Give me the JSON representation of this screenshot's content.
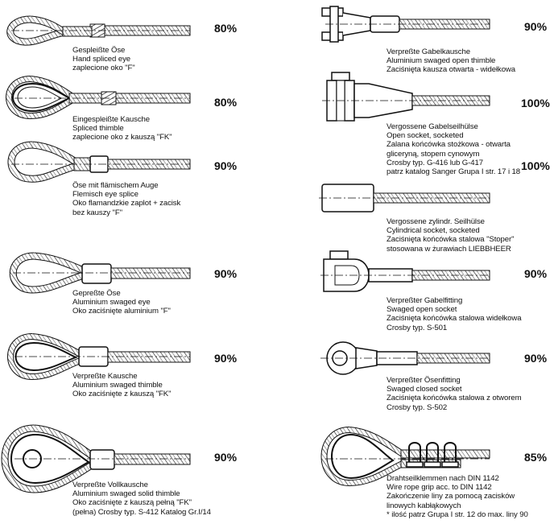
{
  "items": [
    {
      "lines": [
        "Gespleißte Öse",
        "Hand spliced eye",
        "zaplecione oko \"F\""
      ],
      "efficiency": "80%"
    },
    {
      "lines": [
        "Eingespleißte Kausche",
        "Spliced thimble",
        "zaplecione oko z kauszą \"FK\""
      ],
      "efficiency": "80%"
    },
    {
      "lines": [
        "Öse mit flämischem Auge",
        "Flemisch eye splice",
        "Oko flamandzkie zaplot + zacisk",
        "bez kauszy \"F\""
      ],
      "efficiency": "90%"
    },
    {
      "lines": [
        "Gepreßte Öse",
        "Aluminium swaged eye",
        "Oko zaciśnięte aluminium \"F\""
      ],
      "efficiency": "90%"
    },
    {
      "lines": [
        "Verpreßte Kausche",
        "Aluminium swaged thimble",
        "Oko zaciśnięte z kauszą \"FK\""
      ],
      "efficiency": "90%"
    },
    {
      "lines": [
        "Verpreßte Vollkausche",
        "Aluminium swaged solid thimble",
        "Oko zaciśnięte z kauszą pełną \"FK\"",
        "(pełna) Crosby typ. S-412   Katalog Gr.I/14"
      ],
      "efficiency": "90%"
    },
    {
      "lines": [
        "Verpreßte Gabelkausche",
        "Aluminium swaged open thimble",
        "Zaciśnięta kausza otwarta - widełkowa"
      ],
      "efficiency": "90%"
    },
    {
      "lines": [
        "Vergossene Gabelseilhülse",
        "Open socket, socketed",
        "Zalana końcówka stożkowa - otwarta",
        "gliceryną, stopem cynowym",
        "Crosby typ. G-416 lub G-417",
        "patrz katalog Sanger Grupa I str. 17 i 18"
      ],
      "efficiency": "100%"
    },
    {
      "lines": [
        "Vergossene zylindr. Seilhülse",
        "Cylindrical socket, socketed",
        "Zaciśnięta końcówka stalowa \"Stoper\"",
        "stosowana w żurawiach LIEBBHEER"
      ],
      "efficiency": "100%"
    },
    {
      "lines": [
        "Verpreßter Gabelfitting",
        "Swaged open socket",
        "Zaciśnięta końcówka stalowa widełkowa",
        "Crosby typ. S-501"
      ],
      "efficiency": "90%"
    },
    {
      "lines": [
        "Verpreßter Ösenfitting",
        "Swaged closed socket",
        "Zaciśnięta końcówka stalowa z otworem",
        "Crosby typ. S-502"
      ],
      "efficiency": "90%"
    },
    {
      "lines": [
        "Drahtseilklemmen nach DIN 1142",
        "Wire rope grip acc. to DIN 1142",
        "Zakończenie liny za pomocą zacisków",
        "linowych kabłąkowych",
        "* ilość patrz Grupa I str. 12 do max. liny 90"
      ],
      "efficiency": "85%"
    }
  ]
}
